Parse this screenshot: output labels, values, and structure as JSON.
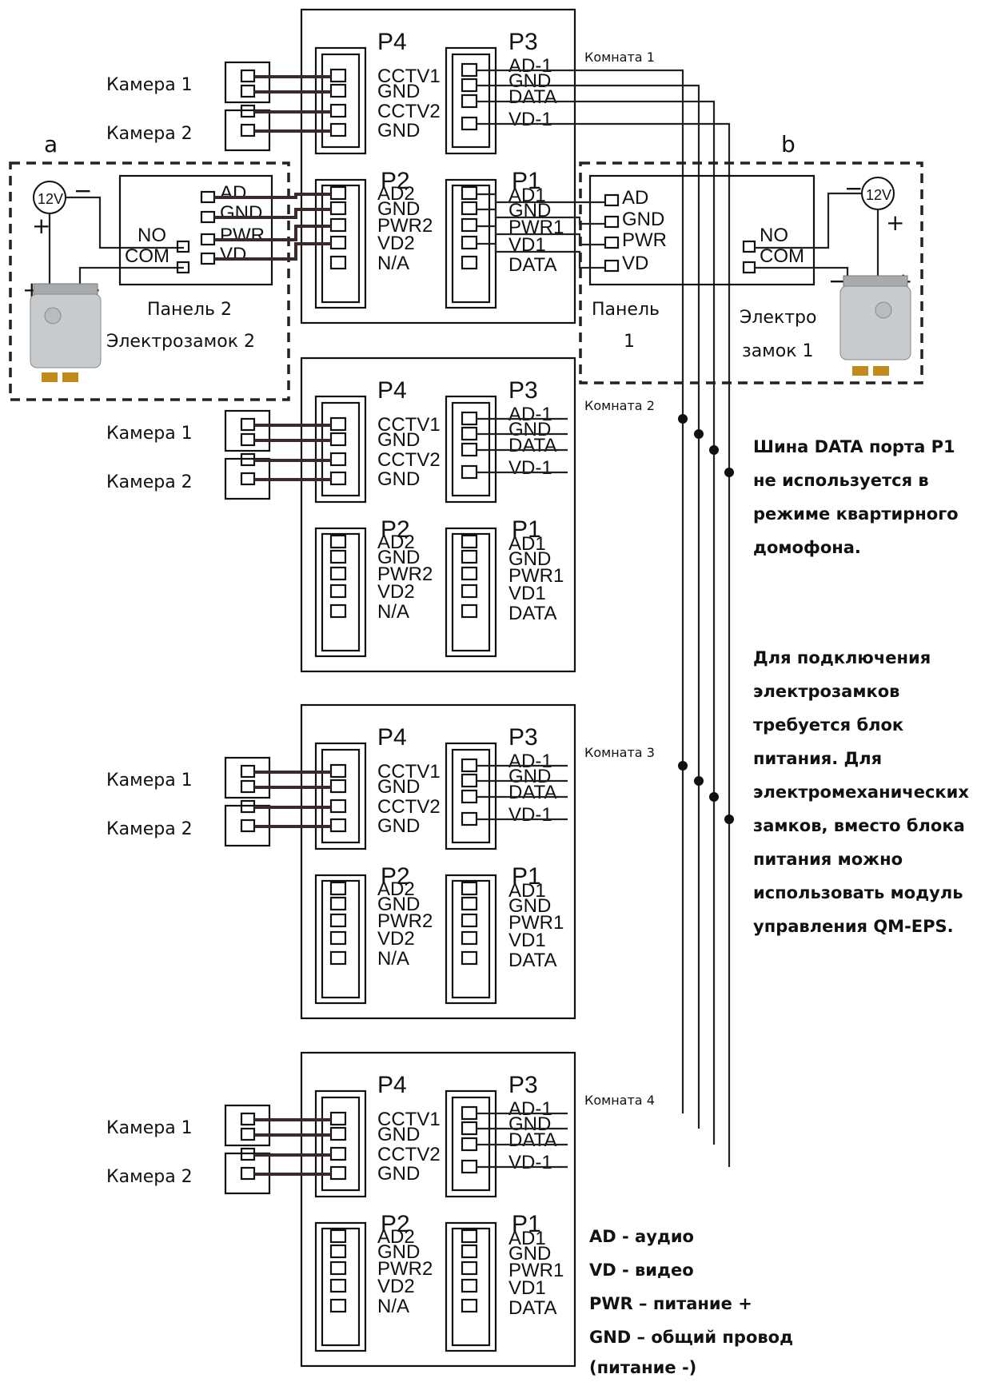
{
  "rooms": [
    {
      "label": "Комната 1"
    },
    {
      "label": "Комната 2"
    },
    {
      "label": "Комната 3"
    },
    {
      "label": "Комната 4"
    }
  ],
  "monitor": {
    "p4_title": "P4",
    "p3_title": "P3",
    "p2_title": "P2",
    "p1_title": "P1",
    "p4_pins": [
      "CCTV1",
      "GND",
      "CCTV2",
      "GND"
    ],
    "p3_pins": [
      "AD-1",
      "GND",
      "DATA",
      "VD-1"
    ],
    "p2_pins": [
      "AD2",
      "GND",
      "PWR2",
      "VD2",
      "N/A"
    ],
    "p1_pins": [
      "AD1",
      "GND",
      "PWR1",
      "VD1",
      "DATA"
    ]
  },
  "cameras": {
    "cam1": "Камера 1",
    "cam2": "Камера 2"
  },
  "panel_a": {
    "letter": "a",
    "voltage": "12V",
    "plus": "+",
    "minus": "−",
    "pins": [
      "AD",
      "GND",
      "PWR",
      "VD"
    ],
    "relay": [
      "NO",
      "COM"
    ],
    "panel_label": "Панель 2",
    "lock_label": "Электрозамок 2"
  },
  "panel_b": {
    "letter": "b",
    "voltage": "12V",
    "plus": "+",
    "minus": "−",
    "pins": [
      "AD",
      "GND",
      "PWR",
      "VD"
    ],
    "relay": [
      "NO",
      "COM"
    ],
    "panel_label_1": "Панель",
    "panel_label_2": "1",
    "lock_label_1": "Электро",
    "lock_label_2": "замок 1"
  },
  "notes": {
    "data_bus": [
      "Шина DATA порта P1",
      "не используется в",
      "режиме квартирного",
      "домофона."
    ],
    "power": [
      "Для подключения",
      "электрозамков",
      "требуется блок",
      "питания. Для",
      "электромеханических",
      "замков, вместо блока",
      "питания можно",
      "использовать модуль",
      "управления QM-EPS."
    ],
    "legend": [
      "AD - аудио",
      "VD - видео",
      "PWR – питание +",
      "GND – общий провод",
      "(питание -)"
    ]
  },
  "colors": {
    "line": "#222222",
    "lock_body": "#c8cbce",
    "lock_pins": "#c08a1a"
  }
}
